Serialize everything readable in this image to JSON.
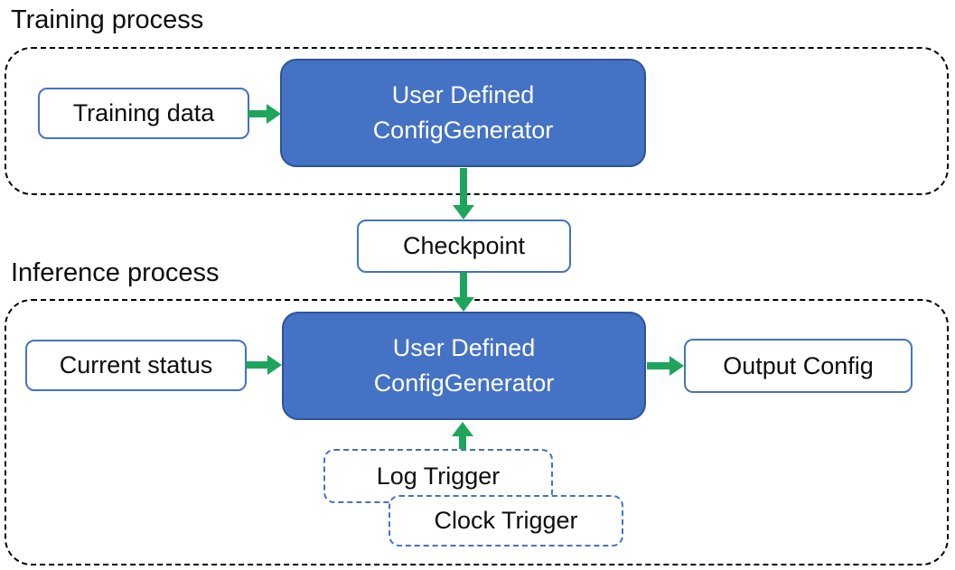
{
  "colors": {
    "accent_blue": "#4472C4",
    "accent_blue_dark": "#2E5395",
    "arrow_green": "#1EA55C",
    "dash_black": "#000000"
  },
  "sections": {
    "training": {
      "title": "Training process"
    },
    "inference": {
      "title": "Inference process"
    }
  },
  "nodes": {
    "training_data": {
      "label": "Training data"
    },
    "config_generator_training": {
      "label_lines": [
        "User Defined",
        "ConfigGenerator"
      ]
    },
    "checkpoint": {
      "label": "Checkpoint"
    },
    "current_status": {
      "label": "Current status"
    },
    "config_generator_inference": {
      "label_lines": [
        "User Defined",
        "ConfigGenerator"
      ]
    },
    "output_config": {
      "label": "Output Config"
    },
    "log_trigger": {
      "label": "Log Trigger"
    },
    "clock_trigger": {
      "label": "Clock Trigger"
    }
  }
}
